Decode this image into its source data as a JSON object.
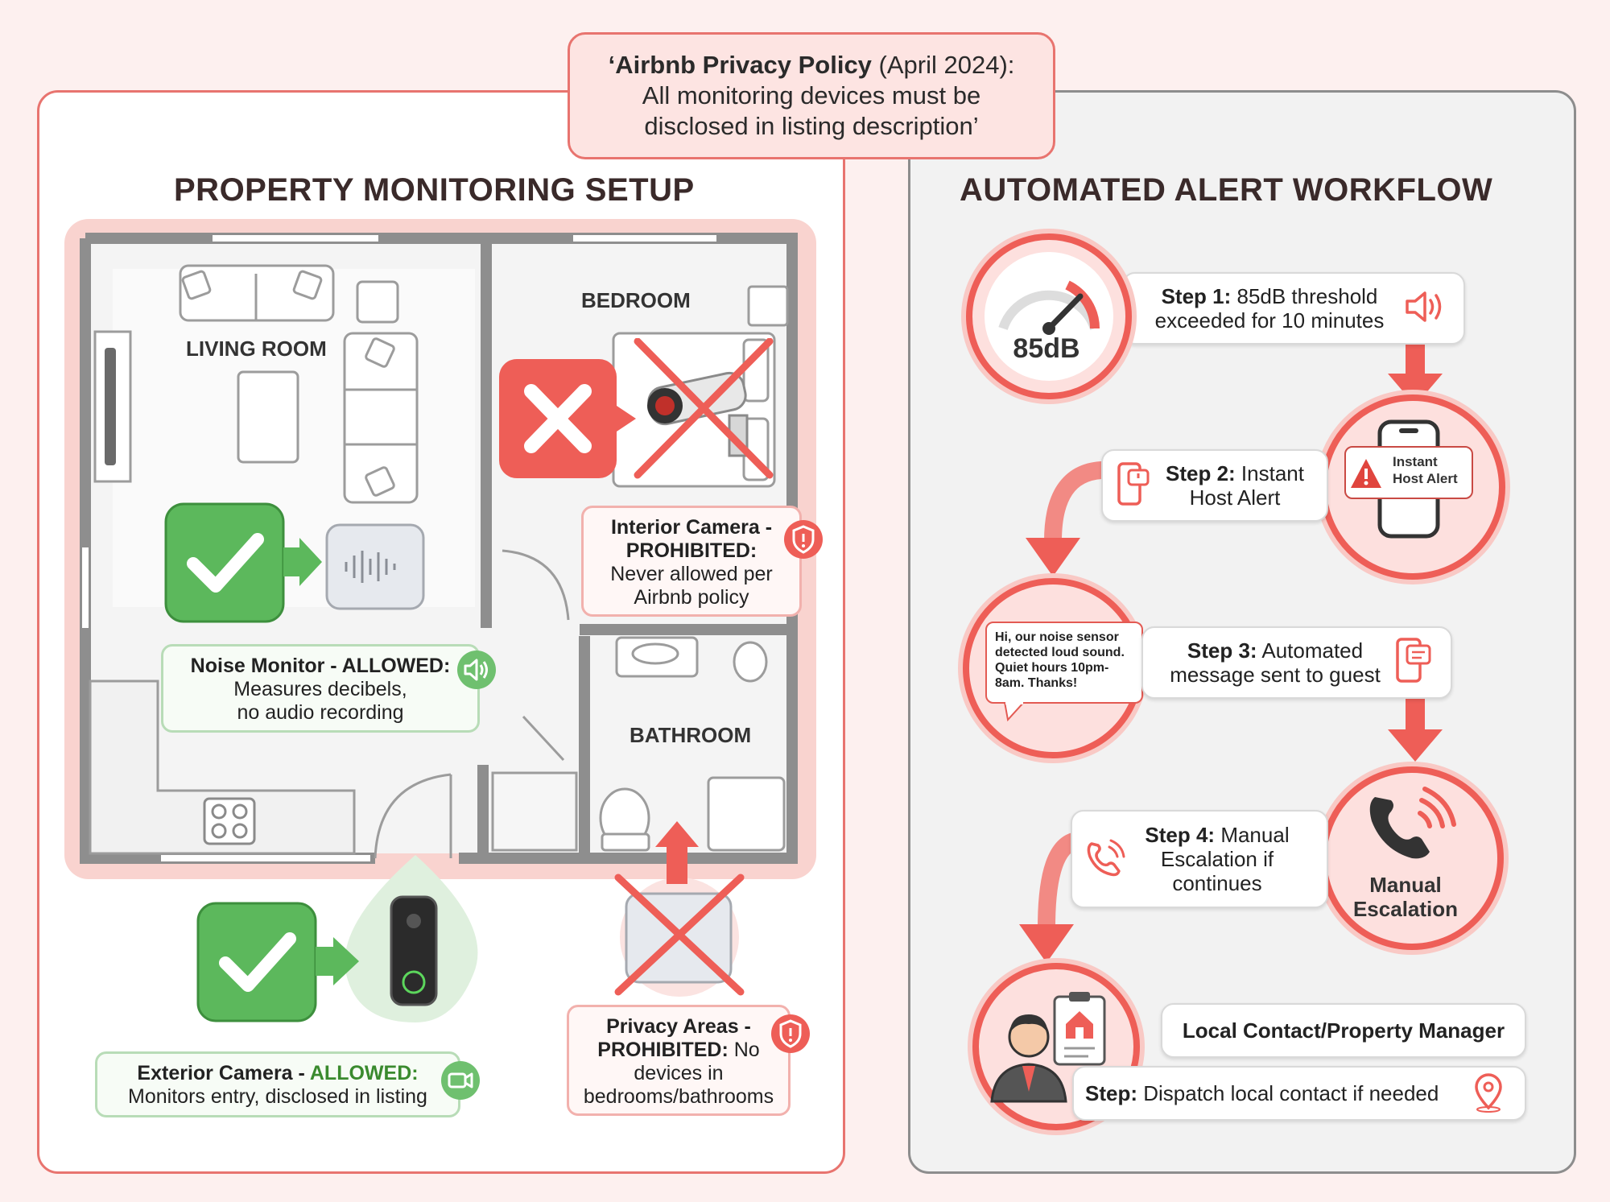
{
  "policy": {
    "bold_prefix": "‘Airbnb Privacy Policy",
    "date": " (April 2024):",
    "line2": "All monitoring devices must be",
    "line3": "disclosed in listing description’"
  },
  "left": {
    "title": "PROPERTY MONITORING SETUP",
    "rooms": {
      "living": "LIVING ROOM",
      "bedroom": "BEDROOM",
      "bathroom": "BATHROOM"
    },
    "noise_monitor": {
      "heading": "Noise Monitor - ALLOWED:",
      "line2": "Measures decibels,",
      "line3": "no audio recording"
    },
    "interior_camera": {
      "line1": "Interior Camera -",
      "line2": "PROHIBITED:",
      "line3": "Never allowed per",
      "line4": "Airbnb policy"
    },
    "exterior_camera": {
      "heading_a": "Exterior Camera - ",
      "heading_b": "ALLOWED:",
      "line2": "Monitors entry, disclosed in listing"
    },
    "privacy_areas": {
      "line1": "Privacy Areas -",
      "line2a": "PROHIBITED:",
      "line2b": " No",
      "line3": "devices in",
      "line4": "bedrooms/bathrooms"
    }
  },
  "right": {
    "title": "AUTOMATED ALERT WORKFLOW",
    "gauge_value": "85dB",
    "step1": {
      "label": "Step 1:",
      "text": " 85dB threshold",
      "line2": "exceeded for 10 minutes"
    },
    "alert_card": {
      "line1": "Instant",
      "line2": "Host Alert"
    },
    "step2": {
      "label": "Step 2:",
      "text": " Instant",
      "line2": "Host Alert"
    },
    "message": "Hi, our noise sensor detected loud sound. Quiet hours 10pm-8am. Thanks!",
    "step3": {
      "label": "Step 3:",
      "text": " Automated",
      "line2": "message sent to guest"
    },
    "step4": {
      "label": "Step 4:",
      "text": " Manual",
      "line2": "Escalation if",
      "line3": "continues"
    },
    "escalation": {
      "line1": "Manual",
      "line2": "Escalation"
    },
    "local_contact": "Local Contact/Property Manager",
    "dispatch": {
      "label": "Step:",
      "text": " Dispatch local contact if needed"
    }
  },
  "colors": {
    "accent_red": "#ee5e57",
    "allowed_green": "#5cb85c",
    "panel_border_red": "#e8746f",
    "panel_border_gray": "#8d8d8d"
  },
  "icons": [
    "check-icon",
    "cross-icon",
    "speaker-icon",
    "camera-icon",
    "shield-alert-icon",
    "phone-icon",
    "phone-call-icon",
    "location-pin-icon",
    "warning-icon"
  ]
}
